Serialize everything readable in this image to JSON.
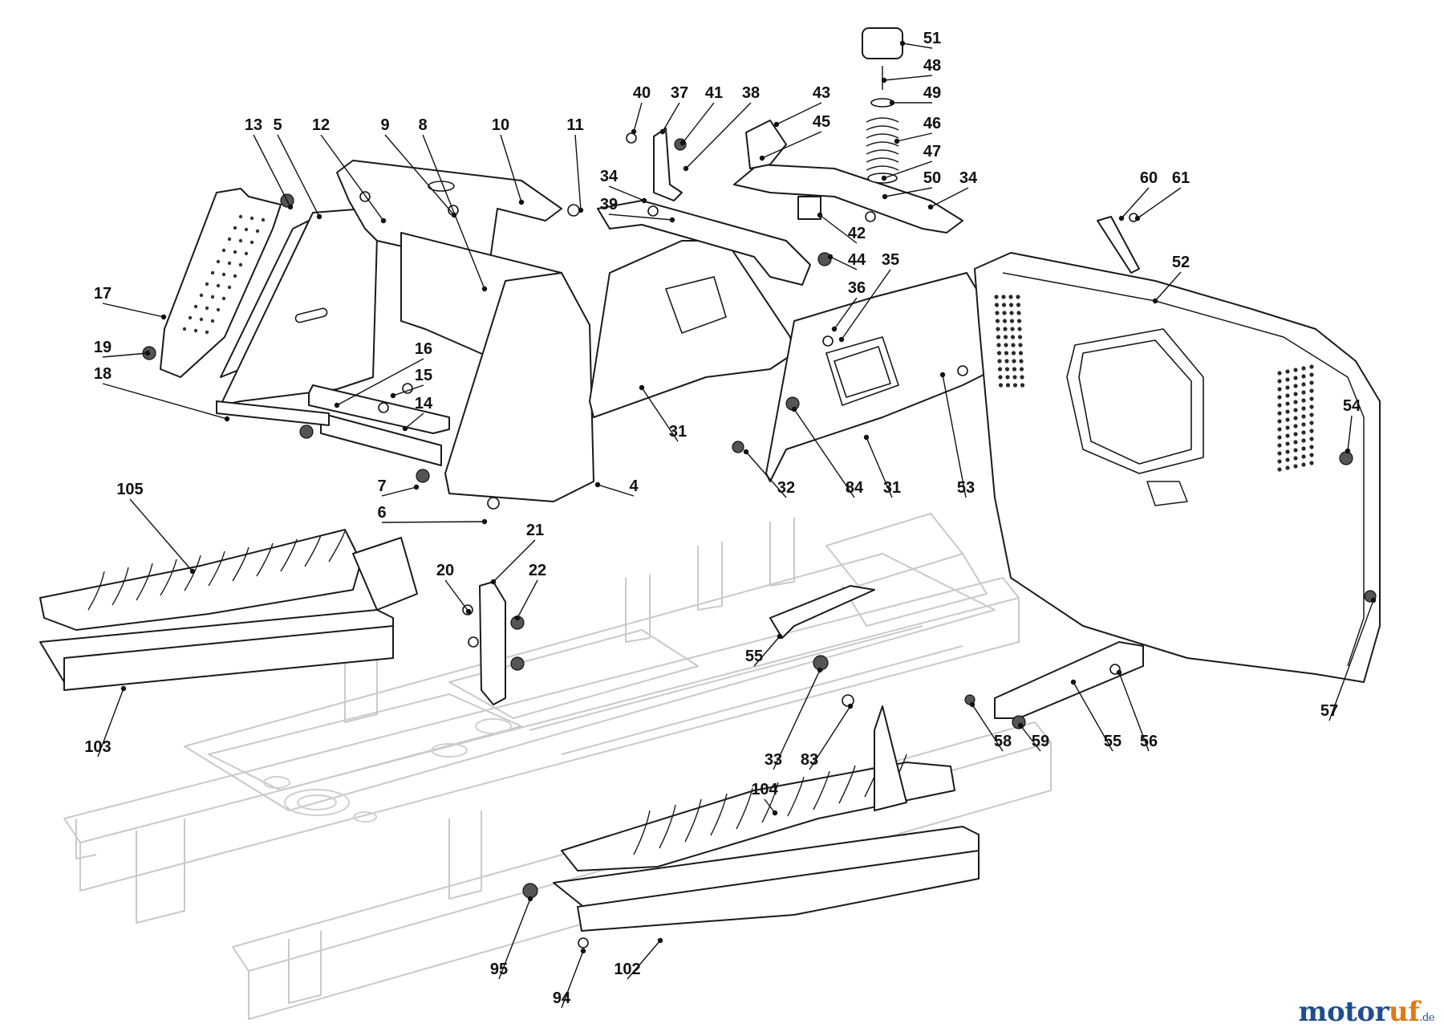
{
  "callouts": [
    {
      "id": "c13",
      "text": "13"
    },
    {
      "id": "c5",
      "text": "5"
    },
    {
      "id": "c12",
      "text": "12"
    },
    {
      "id": "c9",
      "text": "9"
    },
    {
      "id": "c8",
      "text": "8"
    },
    {
      "id": "c10",
      "text": "10"
    },
    {
      "id": "c11",
      "text": "11"
    },
    {
      "id": "c17",
      "text": "17"
    },
    {
      "id": "c19",
      "text": "19"
    },
    {
      "id": "c18",
      "text": "18"
    },
    {
      "id": "c16",
      "text": "16"
    },
    {
      "id": "c15",
      "text": "15"
    },
    {
      "id": "c14",
      "text": "14"
    },
    {
      "id": "c7",
      "text": "7"
    },
    {
      "id": "c4",
      "text": "4"
    },
    {
      "id": "c6",
      "text": "6"
    },
    {
      "id": "c105",
      "text": "105"
    },
    {
      "id": "c103",
      "text": "103"
    },
    {
      "id": "c21",
      "text": "21"
    },
    {
      "id": "c20",
      "text": "20"
    },
    {
      "id": "c22",
      "text": "22"
    },
    {
      "id": "c40",
      "text": "40"
    },
    {
      "id": "c37",
      "text": "37"
    },
    {
      "id": "c41",
      "text": "41"
    },
    {
      "id": "c38",
      "text": "38"
    },
    {
      "id": "c43",
      "text": "43"
    },
    {
      "id": "c45",
      "text": "45"
    },
    {
      "id": "c34a",
      "text": "34"
    },
    {
      "id": "c39",
      "text": "39"
    },
    {
      "id": "c42",
      "text": "42"
    },
    {
      "id": "c44",
      "text": "44"
    },
    {
      "id": "c36",
      "text": "36"
    },
    {
      "id": "c35",
      "text": "35"
    },
    {
      "id": "c31a",
      "text": "31"
    },
    {
      "id": "c32",
      "text": "32"
    },
    {
      "id": "c84",
      "text": "84"
    },
    {
      "id": "c31b",
      "text": "31"
    },
    {
      "id": "c53",
      "text": "53"
    },
    {
      "id": "c51",
      "text": "51"
    },
    {
      "id": "c48",
      "text": "48"
    },
    {
      "id": "c49",
      "text": "49"
    },
    {
      "id": "c46",
      "text": "46"
    },
    {
      "id": "c47",
      "text": "47"
    },
    {
      "id": "c50",
      "text": "50"
    },
    {
      "id": "c34b",
      "text": "34"
    },
    {
      "id": "c60",
      "text": "60"
    },
    {
      "id": "c61",
      "text": "61"
    },
    {
      "id": "c52",
      "text": "52"
    },
    {
      "id": "c54",
      "text": "54"
    },
    {
      "id": "c57",
      "text": "57"
    },
    {
      "id": "c55a",
      "text": "55"
    },
    {
      "id": "c33",
      "text": "33"
    },
    {
      "id": "c83",
      "text": "83"
    },
    {
      "id": "c58",
      "text": "58"
    },
    {
      "id": "c59",
      "text": "59"
    },
    {
      "id": "c55b",
      "text": "55"
    },
    {
      "id": "c56",
      "text": "56"
    },
    {
      "id": "c104",
      "text": "104"
    },
    {
      "id": "c95",
      "text": "95"
    },
    {
      "id": "c94",
      "text": "94"
    },
    {
      "id": "c102",
      "text": "102"
    }
  ],
  "watermark": {
    "main": "motor",
    "accent": "uf",
    "tld": ".de"
  }
}
